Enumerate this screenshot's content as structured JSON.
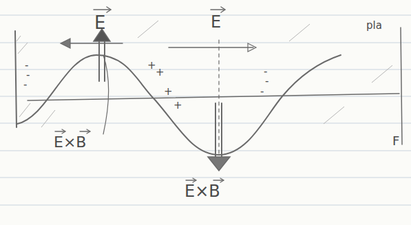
{
  "diagram": {
    "labels": [
      "E",
      "E",
      "pla",
      "+",
      "+",
      "+",
      "+",
      "-",
      "-",
      "-",
      "-",
      "-",
      "-",
      "E×B",
      "E×B",
      "F"
    ]
  }
}
